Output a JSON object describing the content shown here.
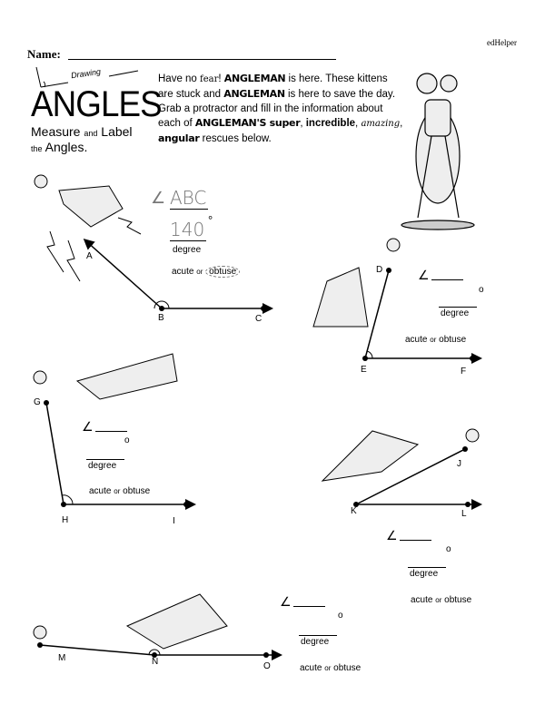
{
  "header": {
    "brand": "edHelper",
    "name_label": "Name:"
  },
  "title": {
    "drawing": "Drawing",
    "main": "ANGLES",
    "sub1": "Measure",
    "sub_and": "and",
    "sub2": "Label",
    "sub_the": "the",
    "sub3": "Angles."
  },
  "intro": {
    "p1": "Have no ",
    "fear": "fear",
    "p2": "! ",
    "angleman1": "ANGLEMAN",
    "p3": " is here. These kittens are stuck and ",
    "angleman2": "ANGLEMAN",
    "p4": " is here to save the day. Grab a protractor and fill in the information about each of ",
    "angleman3": "ANGLEMAN'S",
    "super": " super",
    "p5": ", ",
    "incredible": "incredible",
    "p6": ", ",
    "amazing": "amazing",
    "p7": ", ",
    "angular": "angular",
    "p8": " rescues below."
  },
  "common": {
    "angle_symbol": "∠",
    "degree_symbol": "o",
    "degree_label": "degree",
    "acute": "acute",
    "or": "or",
    "obtuse": "obtuse"
  },
  "example": {
    "angle_name": "ABC",
    "measure": "140",
    "degree_mark": "°",
    "selected": "obtuse"
  },
  "points": {
    "A": "A",
    "B": "B",
    "C": "C",
    "D": "D",
    "E": "E",
    "F": "F",
    "G": "G",
    "H": "H",
    "I": "I",
    "J": "J",
    "K": "K",
    "L": "L",
    "M": "M",
    "N": "N",
    "O": "O"
  }
}
